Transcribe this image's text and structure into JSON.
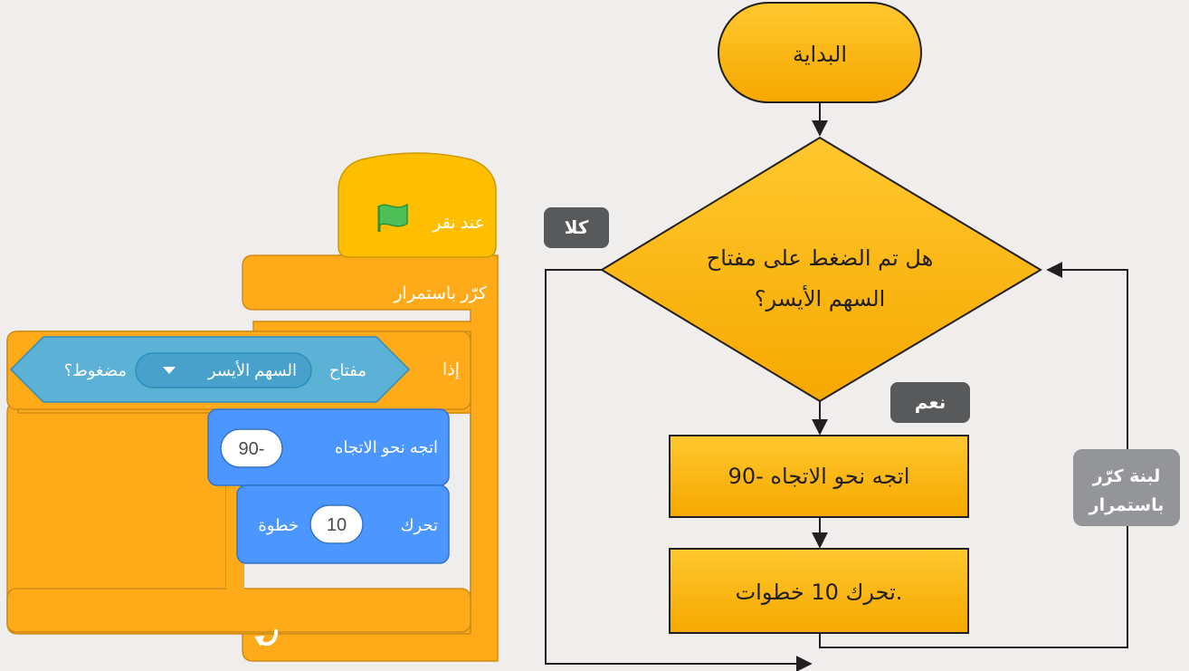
{
  "flowchart": {
    "start": "البداية",
    "decision_line1": "هل تم الضغط على مفتاح",
    "decision_line2": "السهم الأيسر؟",
    "no_label": "كلا",
    "yes_label": "نعم",
    "step1": "اتجه نحو الاتجاه -90",
    "step2": "تحرك 10 خطوات.",
    "loop_label_line1": "لبنة كرّر",
    "loop_label_line2": "باستمرار"
  },
  "scratch": {
    "hat_label": "عند نقر",
    "forever_label": "كرّر باستمرار",
    "if_label": "إذا",
    "key_label": "مفتاح",
    "key_value": "السهم الأيسر",
    "pressed_label": "مضغوط؟",
    "point_label": "اتجه نحو الاتجاه",
    "point_value": "90-",
    "move_label": "تحرك",
    "move_value": "10",
    "move_unit": "خطوة"
  },
  "colors": {
    "flowchart_fill": "#fbb717",
    "scratch_events": "#ffbf00",
    "scratch_control": "#ffab19",
    "scratch_sensing": "#5cb1d6",
    "scratch_motion": "#4c97ff",
    "pill": "#58595b",
    "loop_pill": "#939598"
  },
  "icons": {
    "flag": "green-flag-icon",
    "loop_arrow": "loop-arrow-icon",
    "dropdown": "dropdown-triangle-icon"
  }
}
